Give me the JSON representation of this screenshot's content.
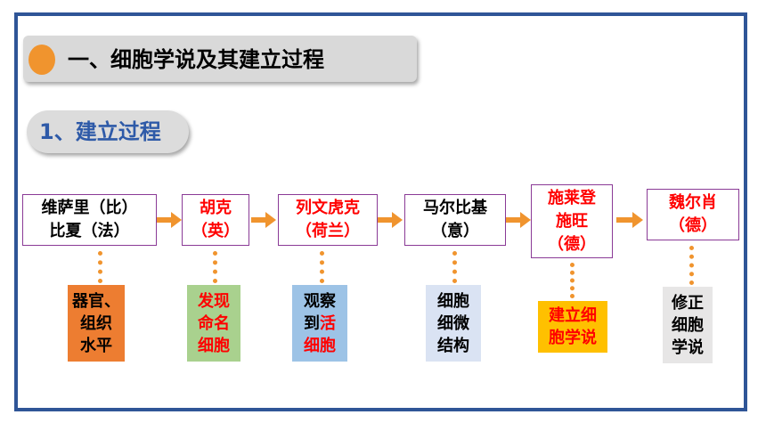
{
  "heading": {
    "main": "一、细胞学说及其建立过程",
    "sub": "1、建立过程"
  },
  "scientists": [
    {
      "line1": "维萨里（比）",
      "line2": "比夏（法）"
    },
    {
      "line1": "胡克",
      "line2": "（英）"
    },
    {
      "line1": "列文虎克",
      "line2": "（荷兰）"
    },
    {
      "line1": "马尔比基",
      "line2": "（意）"
    },
    {
      "line1": "施莱登",
      "line2": "施旺",
      "line3": "（德）"
    },
    {
      "line1": "魏尔肖",
      "line2": "（德）"
    }
  ],
  "notes": [
    {
      "l1": "器官、",
      "l2": "组织",
      "l3": "水平"
    },
    {
      "l1": "发现",
      "l2": "命名",
      "l3": "细胞"
    },
    {
      "l1": "观察",
      "l2a": "到",
      "l2b": "活",
      "l3": "细胞"
    },
    {
      "l1": "细胞",
      "l2": "细微",
      "l3": "结构"
    },
    {
      "l1": "建立细",
      "l2": "胞学说"
    },
    {
      "l1": "修正",
      "l2": "细胞",
      "l3": "学说"
    }
  ],
  "colors": {
    "frame": "#2f5597",
    "accent": "#f0942e",
    "subtitle": "#2e5aa8",
    "note1": "#ed7d31",
    "note2": "#a9d18e",
    "note3": "#9dc3e6",
    "note4": "#dae3f3",
    "note5": "#ffc000",
    "note6": "#e7e6e6"
  }
}
